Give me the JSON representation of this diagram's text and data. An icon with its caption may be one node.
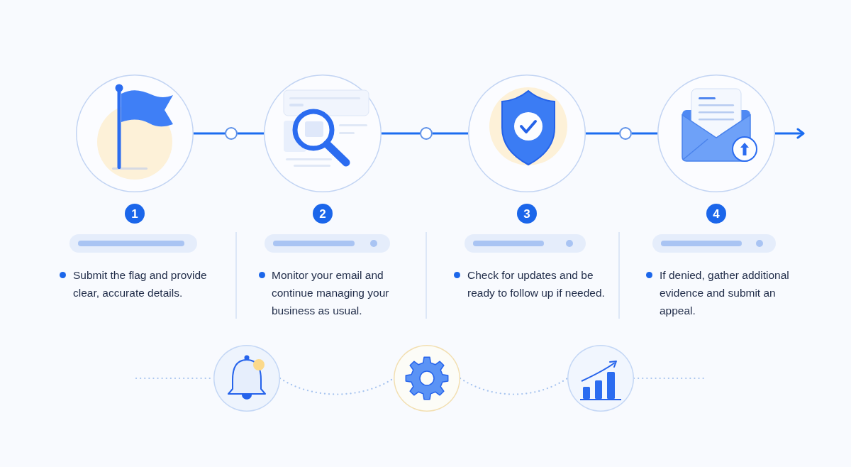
{
  "diagram": {
    "nodes": [
      {
        "text": [],
        "shape": "circle"
      },
      {
        "text": [],
        "shape": "circle"
      },
      {
        "text": [],
        "shape": "circle"
      },
      {
        "text": [],
        "shape": "circle"
      },
      {
        "text": [],
        "shape": "circle"
      },
      {
        "text": [],
        "shape": "circle"
      },
      {
        "text": [],
        "shape": "circle"
      },
      {
        "text": [
          "1"
        ]
      },
      {
        "text": [
          "2"
        ]
      },
      {
        "text": [
          "3"
        ]
      },
      {
        "text": [
          "4"
        ]
      },
      {
        "text": [],
        "shape": "circle"
      },
      {
        "text": [],
        "shape": "circle"
      },
      {
        "text": [],
        "shape": "circle"
      }
    ],
    "edges": [
      {
        "from": 0,
        "to": 1,
        "arrow": "none"
      },
      {
        "from": 1,
        "to": 2,
        "arrow": "none"
      },
      {
        "from": 2,
        "to": 3,
        "arrow": "none"
      },
      {
        "from": 3,
        "to": 4,
        "arrow": "none"
      },
      {
        "from": 4,
        "to": 5,
        "arrow": "none"
      },
      {
        "from": 5,
        "to": 6,
        "arrow": "none"
      },
      {
        "from": 6,
        "to": null,
        "arrow": "to"
      },
      {
        "from": null,
        "to": 11,
        "arrow": "none",
        "style": "dashed",
        "color": "#a6c3ef"
      },
      {
        "from": 11,
        "to": 12,
        "arrow": "none",
        "style": "dashed",
        "color": "#a6c3ef"
      },
      {
        "from": 12,
        "to": 13,
        "arrow": "none",
        "style": "dashed",
        "color": "#a6c3ef"
      },
      {
        "from": 13,
        "to": null,
        "arrow": "none",
        "style": "dashed",
        "color": "#a6c3ef"
      }
    ],
    "labels": [
      "Submit the flag and provide clear, accurate details.",
      "Monitor your email and continue managing your business as usual.",
      "Check for updates and be ready to follow up if needed.",
      "If denied, gather additional evidence and submit an appeal."
    ]
  }
}
